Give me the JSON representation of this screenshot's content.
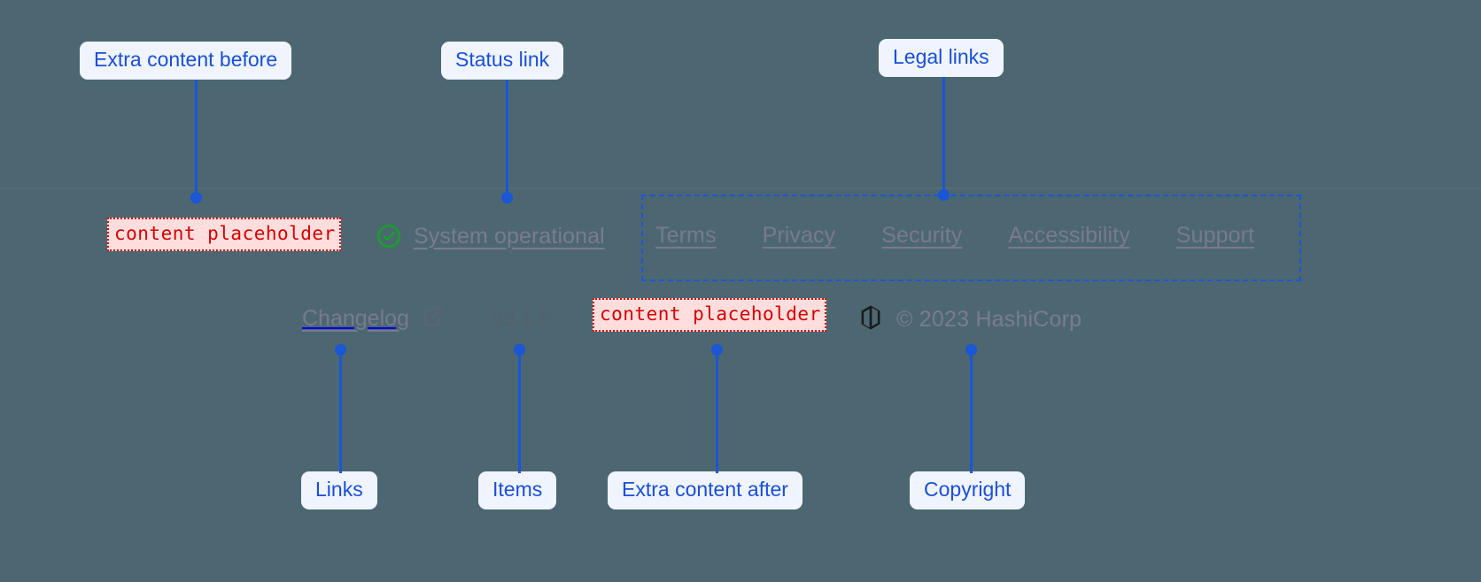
{
  "page": {
    "background_color": "#4c6771",
    "accent_color": "#1a56d6",
    "placeholder_color": "#d40000",
    "link_color": "#79798f"
  },
  "footer": {
    "extra_content_before": {
      "text": "content placeholder"
    },
    "status": {
      "icon": "check-circle-icon",
      "label": "System operational",
      "icon_color": "#17a12a"
    },
    "legal_links": [
      {
        "label": "Terms"
      },
      {
        "label": "Privacy"
      },
      {
        "label": "Security"
      },
      {
        "label": "Accessibility"
      },
      {
        "label": "Support"
      }
    ],
    "links": [
      {
        "label": "Changelog",
        "icon": "external-link-icon"
      }
    ],
    "items": [
      {
        "label": "v3.1.0"
      }
    ],
    "extra_content_after": {
      "text": "content placeholder"
    },
    "copyright": {
      "logo": "hashicorp-logo-icon",
      "text": "© 2023 HashiCorp"
    }
  },
  "annotations": [
    {
      "id": "extra-content-before",
      "label": "Extra content before"
    },
    {
      "id": "status-link",
      "label": "Status link"
    },
    {
      "id": "legal-links",
      "label": "Legal links"
    },
    {
      "id": "links",
      "label": "Links"
    },
    {
      "id": "items",
      "label": "Items"
    },
    {
      "id": "extra-content-after",
      "label": "Extra content after"
    },
    {
      "id": "copyright",
      "label": "Copyright"
    }
  ]
}
